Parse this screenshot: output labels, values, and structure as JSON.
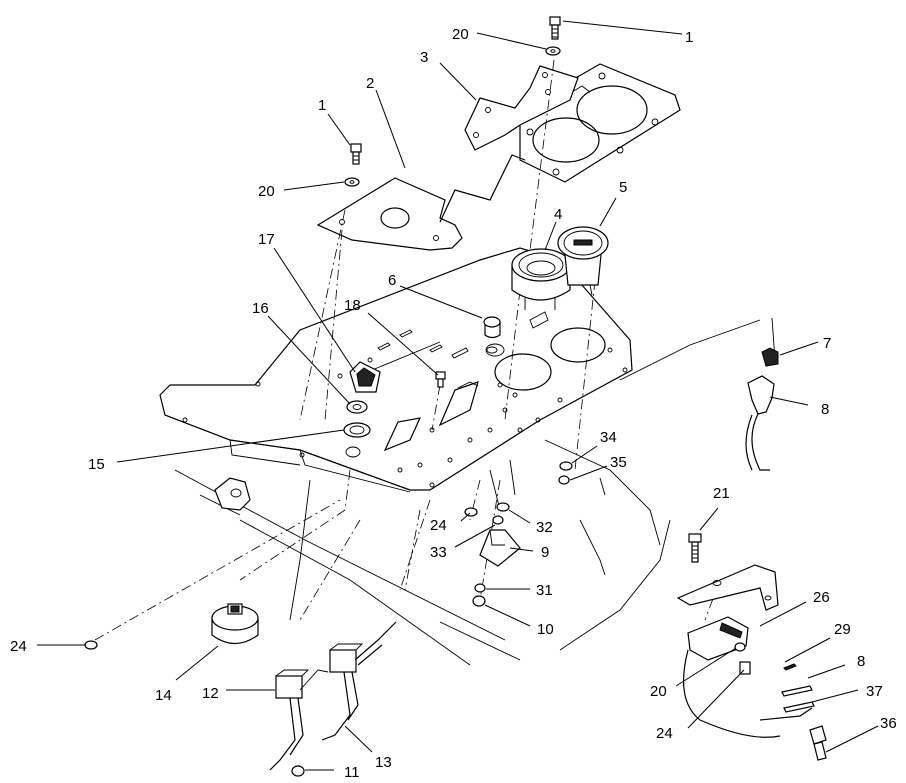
{
  "diagram": {
    "callouts": [
      {
        "id": "c1a",
        "label": "1"
      },
      {
        "id": "c20a",
        "label": "20"
      },
      {
        "id": "c3",
        "label": "3"
      },
      {
        "id": "c2",
        "label": "2"
      },
      {
        "id": "c1b",
        "label": "1"
      },
      {
        "id": "c20b",
        "label": "20"
      },
      {
        "id": "c4",
        "label": "4"
      },
      {
        "id": "c5",
        "label": "5"
      },
      {
        "id": "c17",
        "label": "17"
      },
      {
        "id": "c6",
        "label": "6"
      },
      {
        "id": "c18",
        "label": "18"
      },
      {
        "id": "c16",
        "label": "16"
      },
      {
        "id": "c7",
        "label": "7"
      },
      {
        "id": "c8a",
        "label": "8"
      },
      {
        "id": "c15",
        "label": "15"
      },
      {
        "id": "c34",
        "label": "34"
      },
      {
        "id": "c35",
        "label": "35"
      },
      {
        "id": "c21",
        "label": "21"
      },
      {
        "id": "c24a",
        "label": "24"
      },
      {
        "id": "c32",
        "label": "32"
      },
      {
        "id": "c33",
        "label": "33"
      },
      {
        "id": "c9",
        "label": "9"
      },
      {
        "id": "c31",
        "label": "31"
      },
      {
        "id": "c26",
        "label": "26"
      },
      {
        "id": "c10",
        "label": "10"
      },
      {
        "id": "c24b",
        "label": "24"
      },
      {
        "id": "c29",
        "label": "29"
      },
      {
        "id": "c8b",
        "label": "8"
      },
      {
        "id": "c14",
        "label": "14"
      },
      {
        "id": "c12",
        "label": "12"
      },
      {
        "id": "c20c",
        "label": "20"
      },
      {
        "id": "c37",
        "label": "37"
      },
      {
        "id": "c24c",
        "label": "24"
      },
      {
        "id": "c36",
        "label": "36"
      },
      {
        "id": "c11",
        "label": "11"
      },
      {
        "id": "c13",
        "label": "13"
      }
    ]
  }
}
